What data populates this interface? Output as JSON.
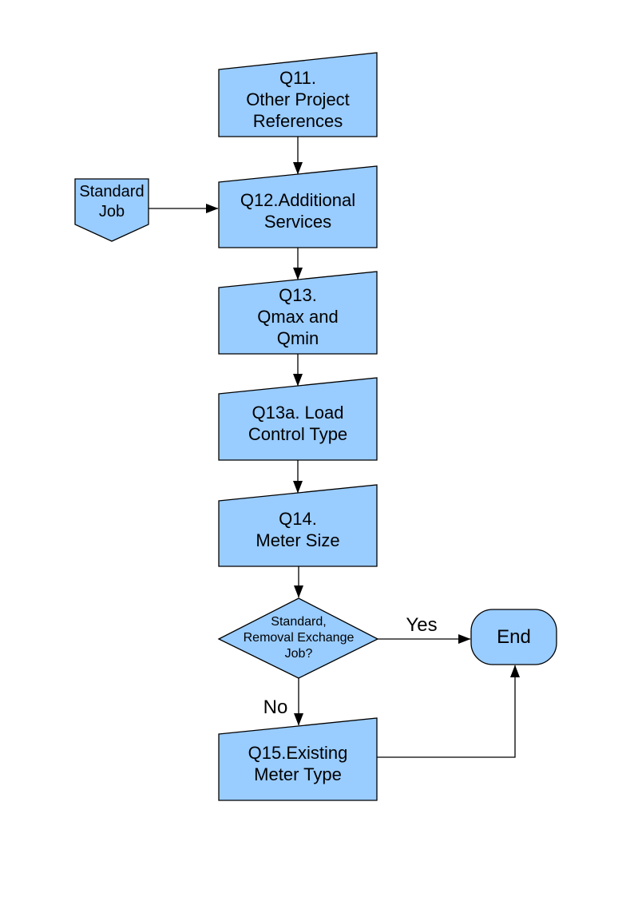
{
  "diagram": {
    "background_color": "#ffffff",
    "shape_fill_color": "#99CCFF",
    "shape_border_color": "#000000",
    "nodes": {
      "q11": {
        "shape": "manual-input",
        "label": "Q11.\nOther Project\nReferences"
      },
      "standard_job": {
        "shape": "off-page-connector",
        "label": "Standard\nJob"
      },
      "q12": {
        "shape": "manual-input",
        "label": "Q12.Additional\nServices"
      },
      "q13": {
        "shape": "manual-input",
        "label": "Q13.\nQmax and\nQmin"
      },
      "q13a": {
        "shape": "manual-input",
        "label": "Q13a. Load\nControl Type"
      },
      "q14": {
        "shape": "manual-input",
        "label": "Q14.\nMeter Size"
      },
      "decision": {
        "shape": "decision-diamond",
        "label": "Standard,\nRemoval Exchange\nJob?"
      },
      "end": {
        "shape": "terminator",
        "label": "End"
      },
      "q15": {
        "shape": "manual-input",
        "label": "Q15.Existing\nMeter Type"
      }
    },
    "edges": {
      "yes_label": "Yes",
      "no_label": "No"
    }
  }
}
